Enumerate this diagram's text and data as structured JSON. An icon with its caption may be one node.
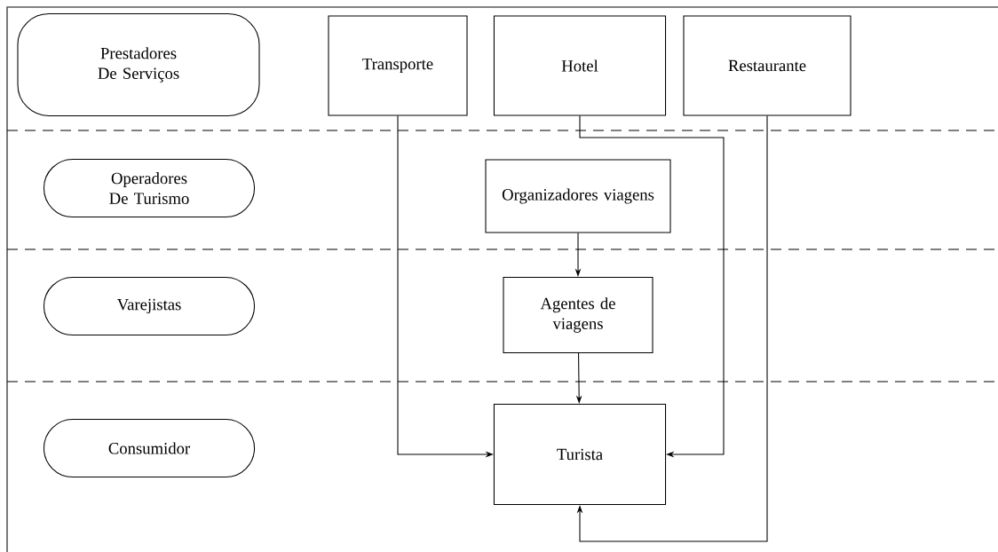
{
  "diagram": {
    "nodes": [
      {
        "text": [
          "Prestadores De Serviços"
        ]
      },
      {
        "text": [
          "Transporte"
        ]
      },
      {
        "text": [
          "Hotel"
        ]
      },
      {
        "text": [
          "Restaurante"
        ]
      },
      {
        "text": [
          "Operadores De Turismo"
        ]
      },
      {
        "text": [
          "Organizadores viagens"
        ]
      },
      {
        "text": [
          "Varejistas"
        ]
      },
      {
        "text": [
          "Agentes de viagens"
        ]
      },
      {
        "text": [
          "Consumidor"
        ]
      },
      {
        "text": [
          "Turista"
        ]
      }
    ],
    "edges": [
      {
        "from": 1,
        "to": 9,
        "arrow": "to"
      },
      {
        "from": 2,
        "to": 9,
        "arrow": "to"
      },
      {
        "from": 3,
        "to": 9,
        "arrow": "to"
      },
      {
        "from": 5,
        "to": 7,
        "arrow": "to"
      },
      {
        "from": 7,
        "to": 9,
        "arrow": "to"
      }
    ]
  }
}
